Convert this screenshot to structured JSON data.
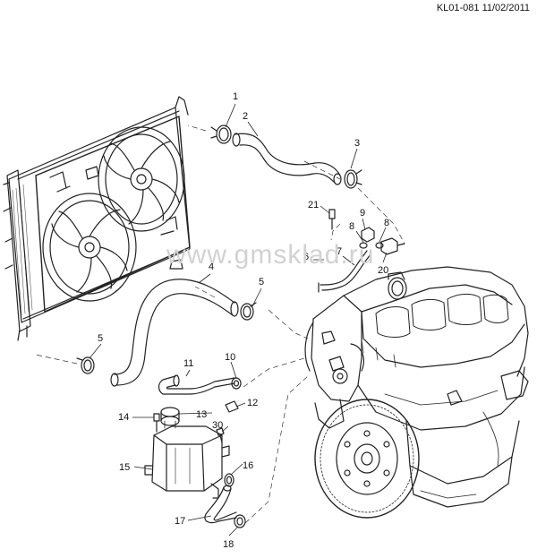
{
  "header": {
    "drawing_code": "KL01-081 11/02/2011"
  },
  "watermark": {
    "text": "www.gmsklad.ru"
  },
  "callouts": [
    {
      "id": "c1",
      "label": "1"
    },
    {
      "id": "c2",
      "label": "2"
    },
    {
      "id": "c3",
      "label": "3"
    },
    {
      "id": "c21",
      "label": "21"
    },
    {
      "id": "c9",
      "label": "9"
    },
    {
      "id": "c8a",
      "label": "8"
    },
    {
      "id": "c8b",
      "label": "8"
    },
    {
      "id": "c7",
      "label": "7"
    },
    {
      "id": "c6",
      "label": "6"
    },
    {
      "id": "c20",
      "label": "20"
    },
    {
      "id": "c4",
      "label": "4"
    },
    {
      "id": "c5a",
      "label": "5"
    },
    {
      "id": "c5b",
      "label": "5"
    },
    {
      "id": "c10",
      "label": "10"
    },
    {
      "id": "c11",
      "label": "11"
    },
    {
      "id": "c12",
      "label": "12"
    },
    {
      "id": "c13",
      "label": "13"
    },
    {
      "id": "c14",
      "label": "14"
    },
    {
      "id": "c30",
      "label": "30"
    },
    {
      "id": "c15",
      "label": "15"
    },
    {
      "id": "c16",
      "label": "16"
    },
    {
      "id": "c17",
      "label": "17"
    },
    {
      "id": "c18",
      "label": "18"
    }
  ]
}
